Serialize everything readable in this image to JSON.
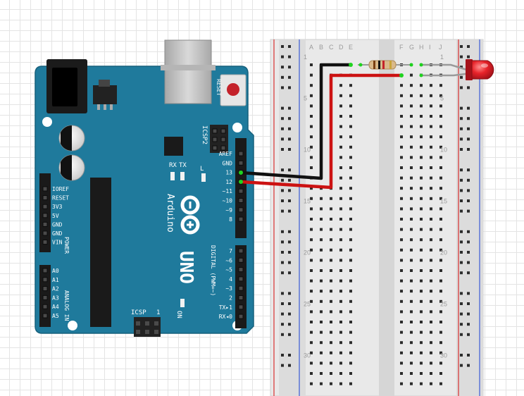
{
  "board": {
    "brand": "Arduino",
    "model": "UNO",
    "reset_label": "RESET",
    "icsp2_label": "ICSP2",
    "icsp_label": "ICSP",
    "icsp_pin1": "1",
    "tx_label": "TX",
    "rx_label": "RX",
    "l_label": "L",
    "on_label": "ON",
    "digital_label": "DIGITAL (PWM=~)",
    "power_label": "POWER",
    "analog_label": "ANALOG IN",
    "digital_pins_top": [
      "AREF",
      "GND",
      "13",
      "12",
      "~11",
      "~10",
      "~9",
      "8"
    ],
    "digital_pins_bottom": [
      "7",
      "~6",
      "~5",
      "4",
      "~3",
      "2",
      "TX▸1",
      "RX◂0"
    ],
    "power_pins": [
      "IOREF",
      "RESET",
      "3V3",
      "5V",
      "GND",
      "GND",
      "VIN"
    ],
    "analog_pins": [
      "A0",
      "A1",
      "A2",
      "A3",
      "A4",
      "A5"
    ]
  },
  "breadboard": {
    "columns_left": [
      "A",
      "B",
      "C",
      "D",
      "E"
    ],
    "columns_right": [
      "F",
      "G",
      "H",
      "I",
      "J"
    ],
    "row_numbers": [
      "1",
      "5",
      "10",
      "15",
      "20",
      "25",
      "30"
    ]
  },
  "colors": {
    "board": "#1f7a9c",
    "wire_gnd": "#1a1a1a",
    "wire_signal": "#cc1212",
    "led": "#e8232a",
    "rail_red": "#d93030",
    "rail_blue": "#3b5bd6"
  },
  "components": {
    "resistor": "resistor",
    "led": "led"
  }
}
